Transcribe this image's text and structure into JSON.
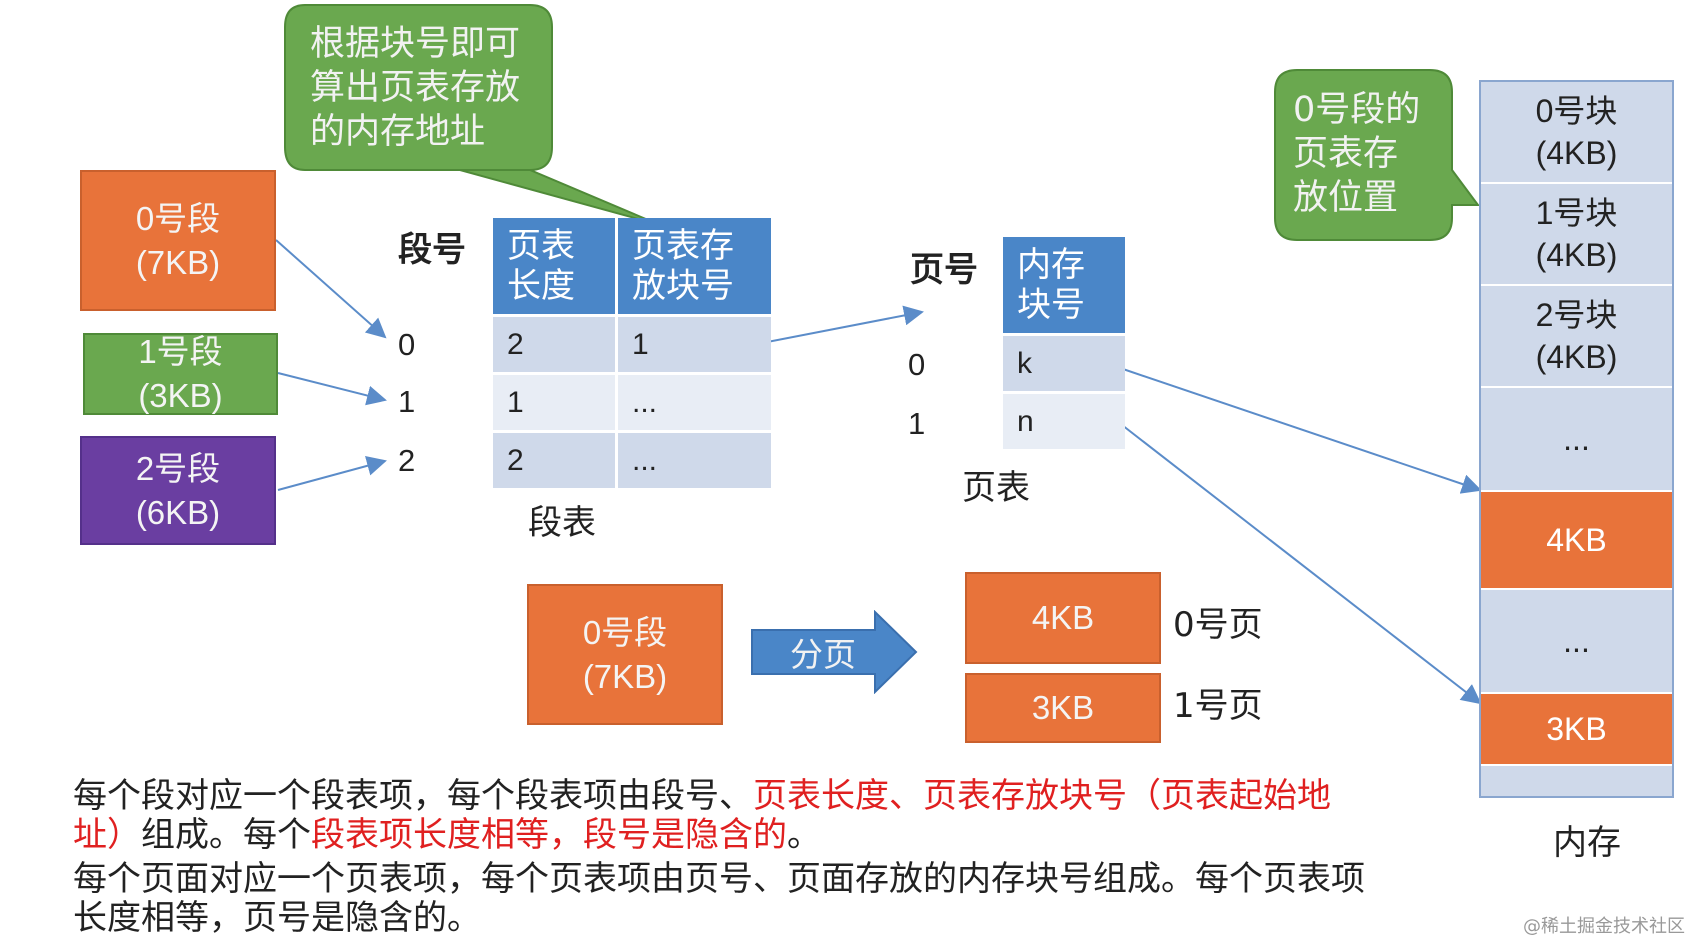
{
  "segments": [
    {
      "name": "0号段",
      "size": "(7KB)"
    },
    {
      "name": "1号段",
      "size": "(3KB)"
    },
    {
      "name": "2号段",
      "size": "(6KB)"
    }
  ],
  "callout_left": "根据块号即可\n算出页表存放\n的内存地址",
  "callout_right": "0号段的\n页表存\n放位置",
  "seg_num_label": "段号",
  "seg_nums": [
    "0",
    "1",
    "2"
  ],
  "seg_table": {
    "headers": [
      "页表\n长度",
      "页表存\n放块号"
    ],
    "rows": [
      [
        "2",
        "1"
      ],
      [
        "1",
        "..."
      ],
      [
        "2",
        "..."
      ]
    ],
    "caption": "段表"
  },
  "page_num_label": "页号",
  "page_nums": [
    "0",
    "1"
  ],
  "page_table": {
    "header": "内存\n块号",
    "rows": [
      "k",
      "n"
    ],
    "caption": "页表"
  },
  "paging": {
    "segment": {
      "name": "0号段",
      "size": "(7KB)"
    },
    "arrow_label": "分页",
    "pages": [
      {
        "size": "4KB",
        "label": "0号页"
      },
      {
        "size": "3KB",
        "label": "1号页"
      }
    ]
  },
  "memory": {
    "blocks": [
      {
        "line1": "0号块",
        "line2": "(4KB)",
        "style": "light"
      },
      {
        "line1": "1号块",
        "line2": "(4KB)",
        "style": "light"
      },
      {
        "line1": "2号块",
        "line2": "(4KB)",
        "style": "light"
      },
      {
        "line1": "...",
        "line2": "",
        "style": "light"
      },
      {
        "line1": "4KB",
        "line2": "",
        "style": "orange"
      },
      {
        "line1": "...",
        "line2": "",
        "style": "light"
      },
      {
        "line1": "3KB",
        "line2": "",
        "style": "orange"
      },
      {
        "line1": "",
        "line2": "",
        "style": "light"
      }
    ],
    "caption": "内存"
  },
  "paragraph1": {
    "p1": "每个段对应一个段表项，每个段表项由段号、",
    "r1": "页表长度、页表存放块号（页表起始地址）",
    "p2": "组成。每个",
    "r2": "段表项长度相等，段号是隐含的",
    "p3": "。"
  },
  "paragraph2": "每个页面对应一个页表项，每个页表项由页号、页面存放的内存块号组成。每个页表项长度相等，页号是隐含的。",
  "watermark": "@稀土掘金技术社区",
  "colors": {
    "orange": "#e8733a",
    "green": "#6aa84f",
    "purple": "#6a3ea1",
    "blue": "#4a86c8",
    "cell_dark": "#cfd9ea",
    "cell_light": "#e8edf5",
    "red": "#e02020"
  }
}
